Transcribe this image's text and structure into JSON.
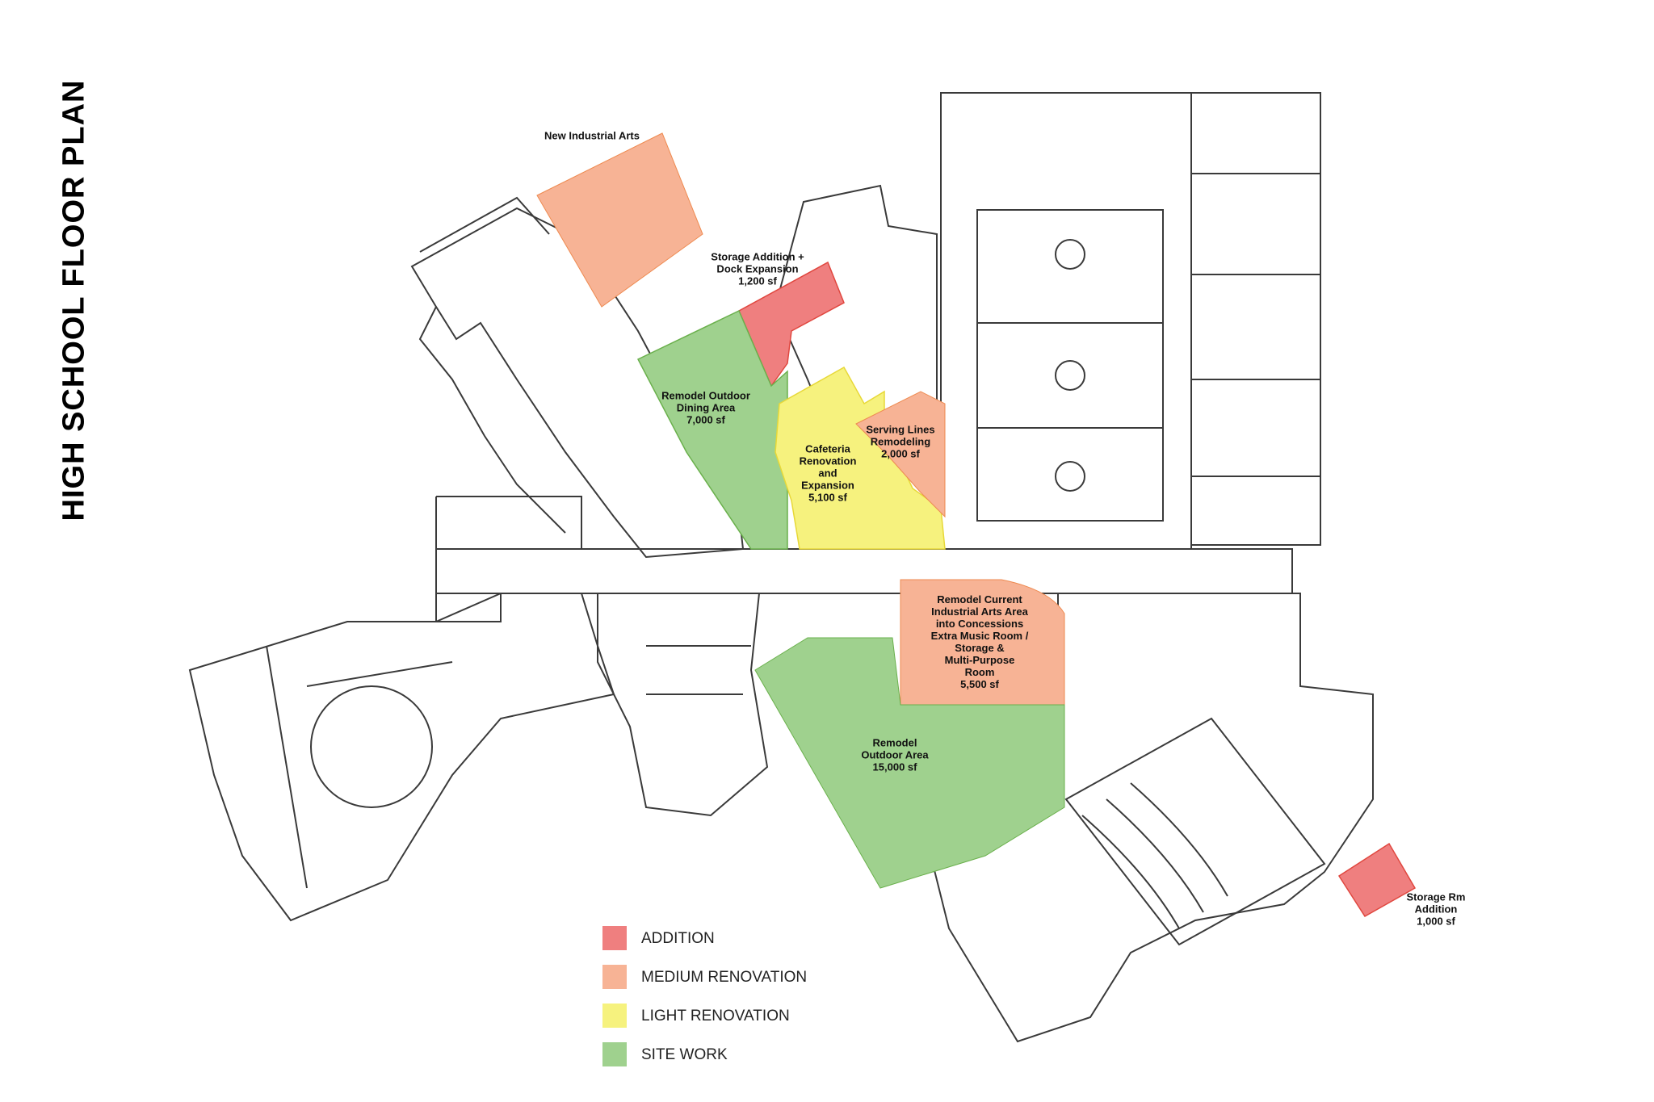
{
  "title": "HIGH SCHOOL FLOOR PLAN",
  "colors": {
    "addition": "#ef7f7f",
    "medium_renovation": "#f7b395",
    "light_renovation": "#f6f27e",
    "site_work": "#9fd18e",
    "addition_edge": "#e0473f",
    "medium_edge": "#ee8a50",
    "light_edge": "#e7d838",
    "site_edge": "#6ab04c",
    "wall": "#3a3a3a"
  },
  "zones": {
    "new_industrial_arts": {
      "lines": [
        "New Industrial Arts"
      ],
      "category": "medium_renovation"
    },
    "storage_dock": {
      "lines": [
        "Storage Addition +",
        "Dock Expansion",
        "1,200 sf"
      ],
      "category": "addition"
    },
    "outdoor_dining": {
      "lines": [
        "Remodel Outdoor",
        "Dining Area",
        "7,000 sf"
      ],
      "category": "site_work"
    },
    "cafeteria": {
      "lines": [
        "Cafeteria",
        "Renovation",
        "and",
        "Expansion",
        "5,100 sf"
      ],
      "category": "light_renovation"
    },
    "serving_lines": {
      "lines": [
        "Serving Lines",
        "Remodeling",
        "2,000 sf"
      ],
      "category": "medium_renovation"
    },
    "industrial_concessions": {
      "lines": [
        "Remodel Current",
        "Industrial Arts Area",
        "into Concessions",
        "Extra Music Room /",
        "Storage &",
        "Multi-Purpose",
        "Room",
        "5,500 sf"
      ],
      "category": "medium_renovation"
    },
    "outdoor_area": {
      "lines": [
        "Remodel",
        "Outdoor Area",
        "15,000 sf"
      ],
      "category": "site_work"
    },
    "storage_rm": {
      "lines": [
        "Storage Rm",
        "Addition",
        "1,000 sf"
      ],
      "category": "addition"
    }
  },
  "legend": [
    {
      "label": "ADDITION",
      "color": "#ef7f7f"
    },
    {
      "label": "MEDIUM RENOVATION",
      "color": "#f7b395"
    },
    {
      "label": "LIGHT RENOVATION",
      "color": "#f6f27e"
    },
    {
      "label": "SITE WORK",
      "color": "#9fd18e"
    }
  ]
}
